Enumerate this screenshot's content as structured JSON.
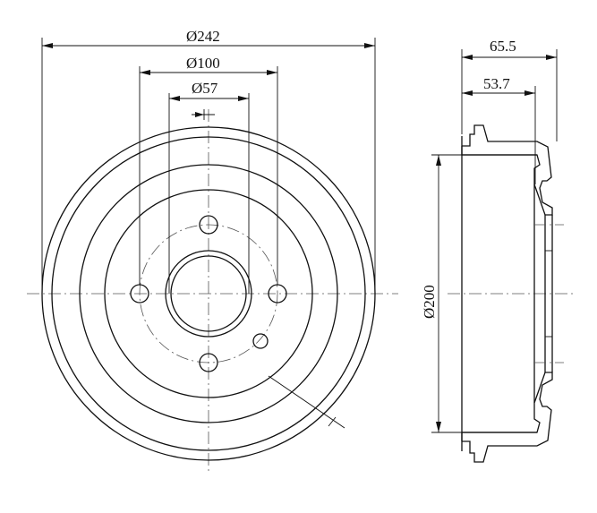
{
  "dimensions": {
    "outer_diameter": "Ø242",
    "bolt_circle_diameter": "Ø100",
    "center_bore_diameter": "Ø57",
    "drum_inner_diameter": "Ø200",
    "overall_height": "65.5",
    "inner_height": "53.7"
  }
}
